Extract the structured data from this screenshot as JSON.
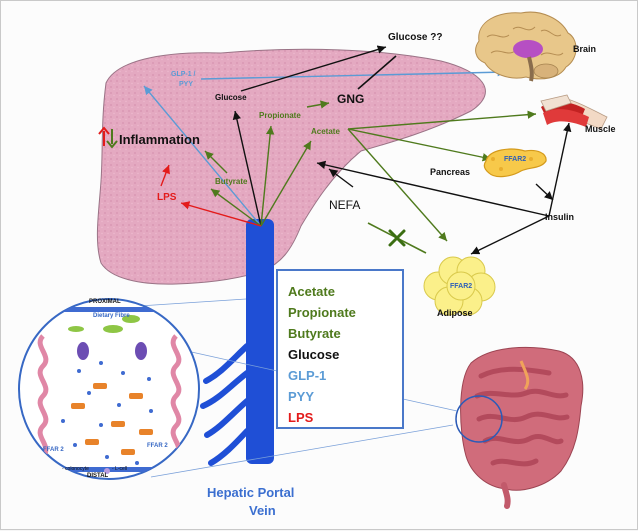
{
  "colors": {
    "green": "#4f7a1d",
    "blue_light": "#5b9bd5",
    "red": "#e31b1b",
    "black": "#111111",
    "vein_blue": "#1f4fd6",
    "liver_pink": "#e6aac3",
    "title_blue": "#3b6fd0"
  },
  "liver": {
    "glp_label": "GLP-1 /",
    "pyy_label": "PYY",
    "glucose": "Glucose",
    "propionate": "Propionate",
    "acetate": "Acetate",
    "gng": "GNG",
    "inflammation": "Inflammation",
    "butyrate": "Butyrate",
    "lps": "LPS"
  },
  "organs": {
    "glucose_question": "Glucose ??",
    "brain": "Brain",
    "muscle": "Muscle",
    "pancreas": "Pancreas",
    "ffar2_pancreas": "FFAR2",
    "insulin": "Insulin",
    "nefa": "NEFA",
    "adipose": "Adipose",
    "ffar2_adipose": "FFAR2"
  },
  "legend": {
    "acetate": "Acetate",
    "propionate": "Propionate",
    "butyrate": "Butyrate",
    "glucose": "Glucose",
    "glp1": "GLP-1",
    "pyy": "PYY",
    "lps": "LPS"
  },
  "inset": {
    "proximal": "PROXIMAL",
    "dietary_fibre": "Dietary Fibre",
    "distal": "DISTAL",
    "ffar2_left": "FFAR 2",
    "ffar2_right": "FFAR 2",
    "colonocyte": "- colonocyte",
    "lcell": "- L-cell"
  },
  "vein": {
    "line1": "Hepatic Portal",
    "line2": "Vein"
  },
  "icons": [
    "brain-icon",
    "muscle-icon",
    "pancreas-icon",
    "adipose-icon",
    "intestine-icon",
    "inhibit-cross-icon",
    "up-arrow-icon",
    "down-arrow-icon"
  ]
}
